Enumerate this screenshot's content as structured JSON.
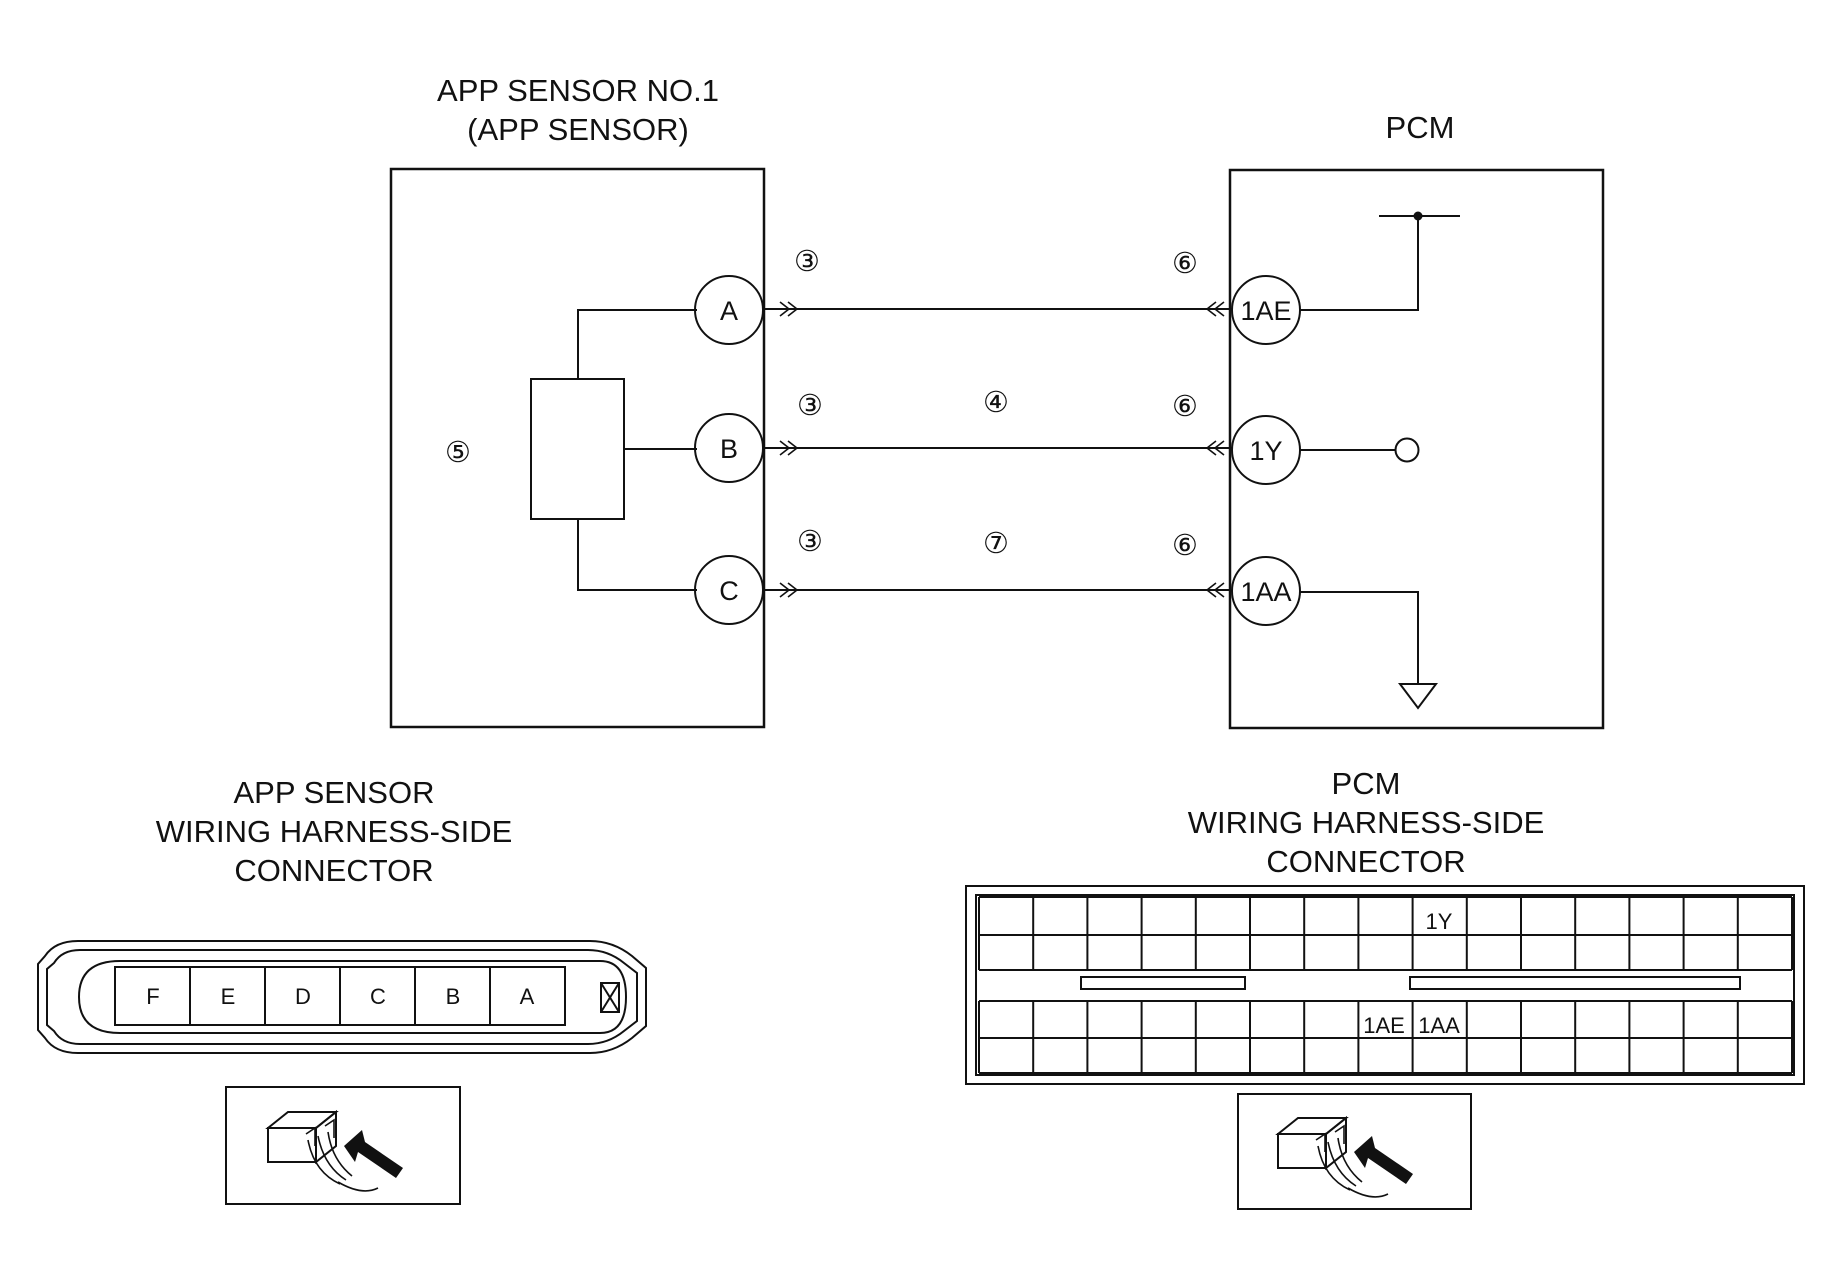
{
  "sensor": {
    "title_line1": "APP SENSOR NO.1",
    "title_line2": "(APP SENSOR)",
    "callout": "⑤",
    "pins": [
      "A",
      "B",
      "C"
    ]
  },
  "pcm": {
    "title": "PCM",
    "pins": [
      "1AE",
      "1Y",
      "1AA"
    ]
  },
  "wire_callouts": {
    "sensor_side": [
      "③",
      "③",
      "③"
    ],
    "pcm_side": [
      "⑥",
      "⑥",
      "⑥"
    ],
    "mid_b": "④",
    "mid_c": "⑦"
  },
  "sensor_connector": {
    "title_line1": "APP SENSOR",
    "title_line2": "WIRING HARNESS-SIDE",
    "title_line3": "CONNECTOR",
    "cells": [
      "F",
      "E",
      "D",
      "C",
      "B",
      "A"
    ]
  },
  "pcm_connector": {
    "title_line1": "PCM",
    "title_line2": "WIRING HARNESS-SIDE",
    "title_line3": "CONNECTOR",
    "label_1y": "1Y",
    "label_1ae": "1AE",
    "label_1aa": "1AA"
  }
}
